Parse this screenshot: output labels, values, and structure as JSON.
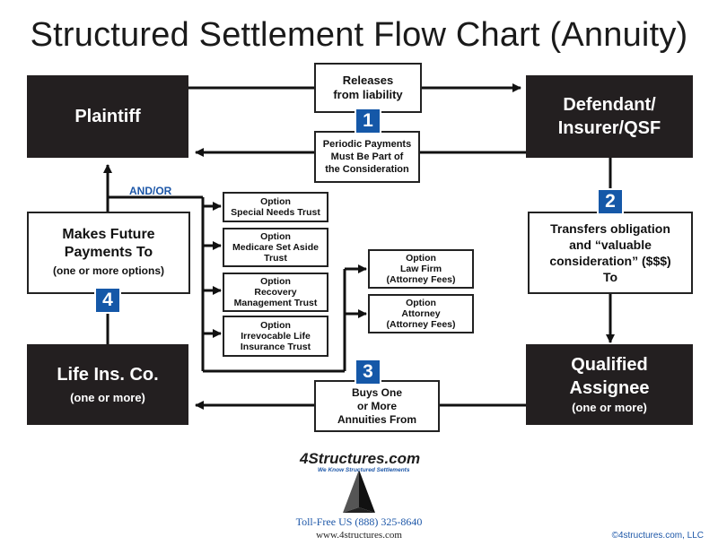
{
  "title": "Structured Settlement Flow Chart (Annuity)",
  "nodes": {
    "plaintiff": "Plaintiff",
    "defendant_line1": "Defendant/",
    "defendant_line2": "Insurer/QSF",
    "life_ins_line1": "Life Ins. Co.",
    "life_ins_line2": "(one or more)",
    "qa_line1": "Qualified",
    "qa_line2": "Assignee",
    "qa_line3": "(one or more)"
  },
  "flows": {
    "releases_line1": "Releases",
    "releases_line2": "from liability",
    "periodic_line1": "Periodic Payments",
    "periodic_line2": "Must Be Part of",
    "periodic_line3": "the Consideration",
    "transfers_line1": "Transfers obligation",
    "transfers_line2": "and “valuable",
    "transfers_line3": "consideration” ($$$)",
    "transfers_line4": "To",
    "buys_line1": "Buys One",
    "buys_line2": "or More",
    "buys_line3": "Annuities From",
    "future_line1": "Makes Future",
    "future_line2": "Payments To",
    "future_line3": "(one or more options)"
  },
  "and_or": "AND/OR",
  "options": [
    {
      "l1": "Option",
      "l2": "Special Needs Trust",
      "l3": ""
    },
    {
      "l1": "Option",
      "l2": "Medicare Set Aside",
      "l3": "Trust"
    },
    {
      "l1": "Option",
      "l2": "Recovery",
      "l3": "Management Trust"
    },
    {
      "l1": "Option",
      "l2": "Irrevocable Life",
      "l3": "Insurance Trust"
    },
    {
      "l1": "Option",
      "l2": "Law Firm",
      "l3": "(Attorney Fees)"
    },
    {
      "l1": "Option",
      "l2": "Attorney",
      "l3": "(Attorney Fees)"
    }
  ],
  "steps": [
    "1",
    "2",
    "3",
    "4"
  ],
  "logo": {
    "name": "4Structures.com",
    "tagline": "We Know Structured Settlements"
  },
  "footer": {
    "phone": "Toll-Free US (888) 325-8640",
    "website": "www.4structures.com",
    "copyright": "©4structures.com, LLC"
  },
  "colors": {
    "dark_box": "#231f20",
    "step_badge": "#1558a8",
    "accent_text": "#1d57a8"
  }
}
